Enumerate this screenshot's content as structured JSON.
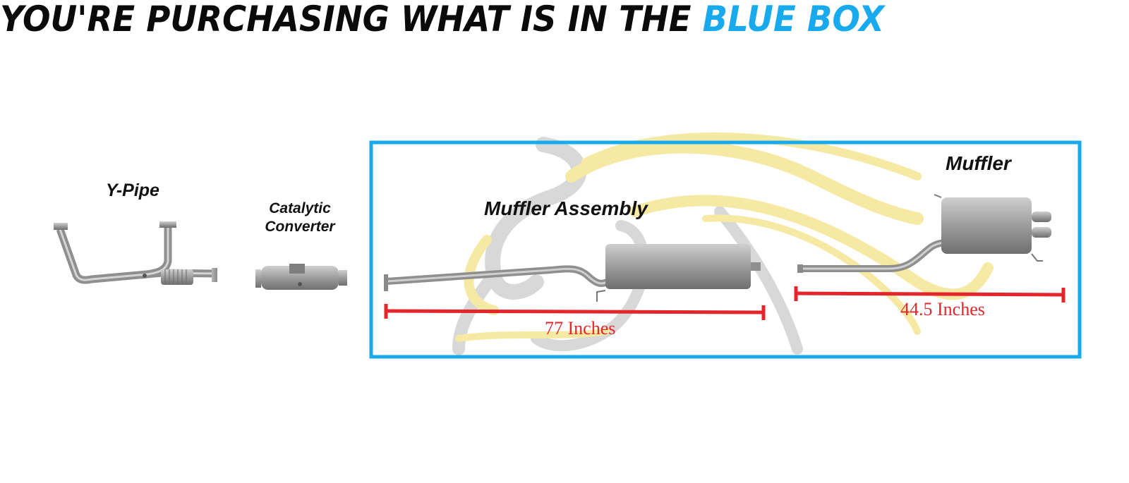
{
  "headline": {
    "prefix": "YOU'RE PURCHASING WHAT IS IN THE",
    "highlight": "BLUE BOX",
    "highlight_color": "#19aaed"
  },
  "parts": {
    "y_pipe": {
      "label": "Y-Pipe"
    },
    "catalytic_converter": {
      "label_line1": "Catalytic",
      "label_line2": "Converter"
    },
    "muffler_assembly": {
      "label": "Muffler Assembly",
      "measurement": "77 Inches"
    },
    "muffler": {
      "label": "Muffler",
      "measurement": "44.5 Inches"
    }
  },
  "colors": {
    "blue_box": "#19aaed",
    "measure_line": "#e2262b",
    "watermark_gold": "#f0d85a",
    "watermark_gray": "#b9b9b9",
    "metal": "#9a9a9a"
  }
}
